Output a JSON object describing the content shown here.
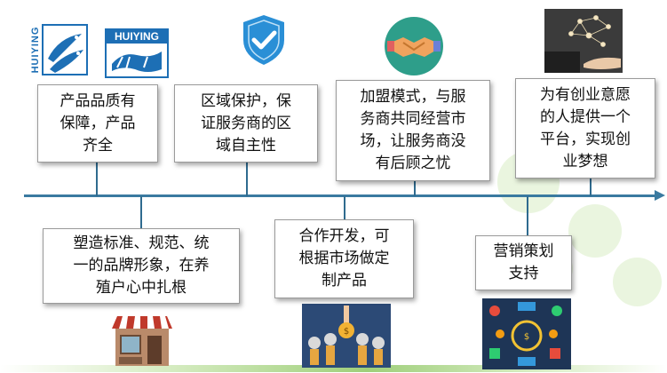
{
  "logos": {
    "huiying_vertical": "HUIYING",
    "huiying_horizontal": "HUIYING"
  },
  "top_items": [
    {
      "text": "产品品质有保障，产品齐全",
      "lines": [
        "产品品质有",
        "保障，产品",
        "齐全"
      ]
    },
    {
      "text": "区域保护，保证服务商的区域自主性",
      "lines": [
        "区域保护，保",
        "证服务商的区",
        "域自主性"
      ]
    },
    {
      "text": "加盟模式，与服务商共同经营市场，让服务商没有后顾之忧",
      "lines": [
        "加盟模式，与服",
        "务商共同经营市",
        "场，让服务商没",
        "有后顾之忧"
      ]
    },
    {
      "text": "为有创业意愿的人提供一个平台，实现创业梦想",
      "lines": [
        "为有创业意愿",
        "的人提供一个",
        "平台，实现创",
        "业梦想"
      ]
    }
  ],
  "bottom_items": [
    {
      "text": "塑造标准、规范、统一的品牌形象，在养殖户心中扎根",
      "lines": [
        "塑造标准、规范、统",
        "一的品牌形象，在养",
        "殖户心中扎根"
      ]
    },
    {
      "text": "合作开发，可根据市场做定制产品",
      "lines": [
        "合作开发，可",
        "根据市场做定",
        "制产品"
      ]
    },
    {
      "text": "营销策划支持",
      "lines": [
        "营销策划",
        "支持"
      ]
    }
  ],
  "icons": [
    "huiying-fish-logo-icon",
    "huiying-product-logo-icon",
    "shield-check-icon",
    "handshake-icon",
    "network-hand-icon",
    "storefront-icon",
    "money-hand-icon",
    "marketing-collage-icon"
  ],
  "colors": {
    "timeline": "#3a7aa0",
    "brand_blue": "#1d6fb5",
    "shield_blue": "#2a8fd6",
    "handshake_bg": "#2e9e8a",
    "box_border": "#9a9a9a"
  }
}
